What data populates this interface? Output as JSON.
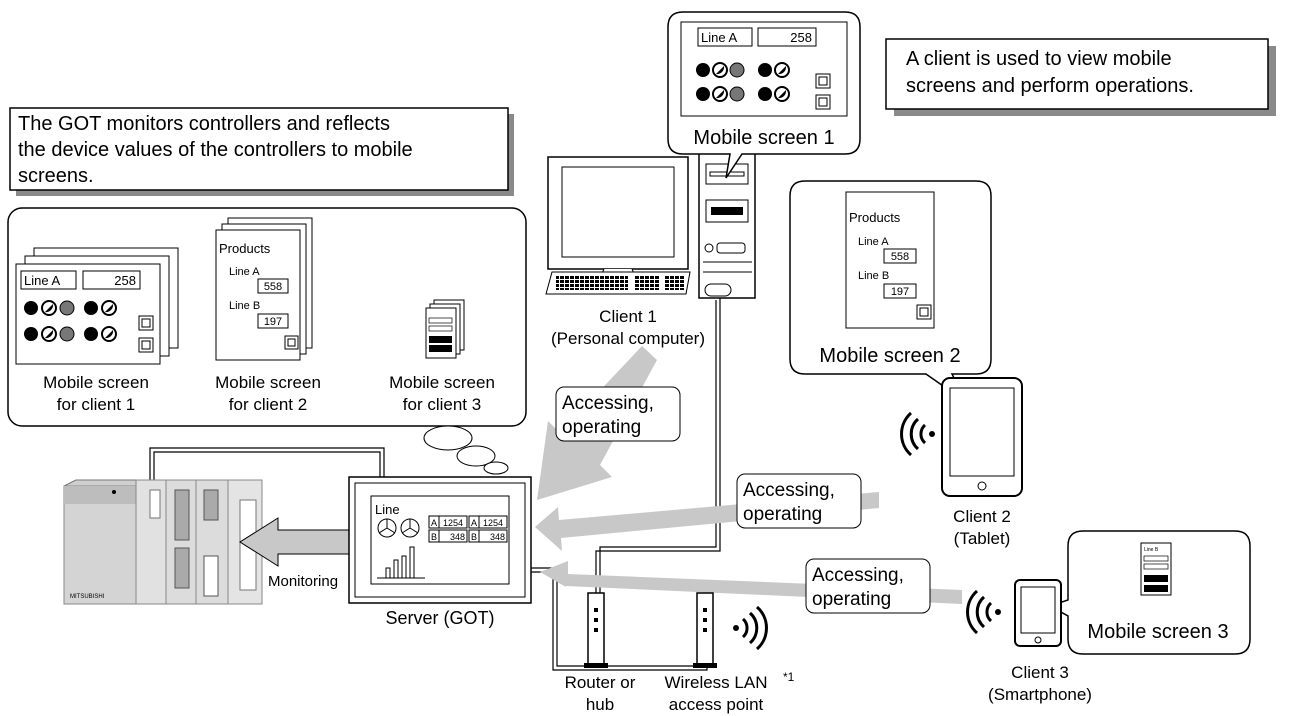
{
  "callouts": {
    "got_monitors": "The GOT monitors controllers and reflects the device values of the controllers to mobile screens.",
    "client_used": "A client is used to view mobile screens and perform operations."
  },
  "got_screens": {
    "client1": [
      "Mobile screen",
      "for client 1"
    ],
    "client2": [
      "Mobile screen",
      "for client 2"
    ],
    "client3": [
      "Mobile screen",
      "for client 3"
    ]
  },
  "screen_content": {
    "line_a": "Line A",
    "line_a_value": "258",
    "products": "Products",
    "line_a_label": "Line A",
    "line_a_count": "558",
    "line_b_label": "Line B",
    "line_b_count": "197",
    "mini_line_b": "Line B"
  },
  "server_screen": {
    "title": "Line",
    "a1": "A",
    "a1_val": "1254",
    "a2": "A",
    "a2_val": "1254",
    "b1": "B",
    "b1_val": "348",
    "b2": "B",
    "b2_val": "348"
  },
  "labels": {
    "mobile_screen_1": "Mobile screen 1",
    "mobile_screen_2": "Mobile screen 2",
    "mobile_screen_3": "Mobile screen 3",
    "client1": [
      "Client 1",
      "(Personal computer)"
    ],
    "client2": [
      "Client 2",
      "(Tablet)"
    ],
    "client3": [
      "Client 3",
      "(Smartphone)"
    ],
    "server": "Server (GOT)",
    "monitoring": "Monitoring",
    "router": [
      "Router or",
      "hub"
    ],
    "wireless": [
      "Wireless LAN",
      "access point"
    ],
    "footnote": "*1",
    "plc_brand": "MITSUBISHI"
  },
  "arrows": {
    "a1": [
      "Accessing,",
      "operating"
    ],
    "a2": [
      "Accessing,",
      "operating"
    ],
    "a3": [
      "Accessing,",
      "operating"
    ]
  },
  "colors": {
    "arrow_gray": "#c8c8c8",
    "shadow_gray": "#8a8a8a",
    "plc_gray": "#cfcfcf"
  }
}
